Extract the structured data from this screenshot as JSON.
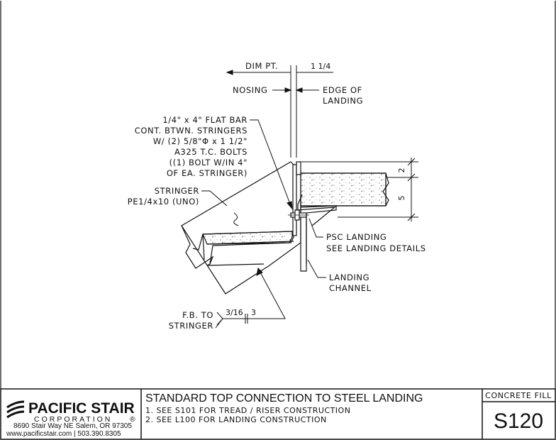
{
  "labels": {
    "dim_pt": "DIM PT.",
    "dim_value": "1 1/4",
    "nosing": "NOSING",
    "edge_of": "EDGE OF",
    "landing": "LANDING",
    "flatbar_1": "1/4\" x 4\" FLAT BAR",
    "flatbar_2": "CONT. BTWN. STRINGERS",
    "flatbar_3": "W/ (2) 5/8\"Φ x 1 1/2\"",
    "flatbar_4": "A325 T.C. BOLTS",
    "flatbar_5": "((1) BOLT W/IN 4\"",
    "flatbar_6": "OF EA. STRINGER)",
    "stringer_1": "STRINGER",
    "stringer_2": "PE1/4x10 (UNO)",
    "psc_1": "PSC LANDING",
    "psc_2": "SEE LANDING DETAILS",
    "channel_1": "LANDING",
    "channel_2": "CHANNEL",
    "fb_1": "F.B. TO",
    "fb_2": "STRINGER",
    "weld_size": "3/16",
    "weld_length": "3",
    "dim_2": "2",
    "dim_5": "5"
  },
  "title_block": {
    "company_name": "PACIFIC STAIR",
    "company_sub": "CORPORATION",
    "registered": "®",
    "address": "8690 Stair Way NE Salem, OR 97305",
    "contact": "www.pacificstair.com  |  503.390.8305",
    "title": "STANDARD TOP CONNECTION TO STEEL LANDING",
    "note_1": "1.  SEE S101 FOR TREAD / RISER CONSTRUCTION",
    "note_2": "2. SEE L100 FOR LANDING CONSTRUCTION",
    "category": "CONCRETE FILL",
    "sheet_number": "S120"
  }
}
